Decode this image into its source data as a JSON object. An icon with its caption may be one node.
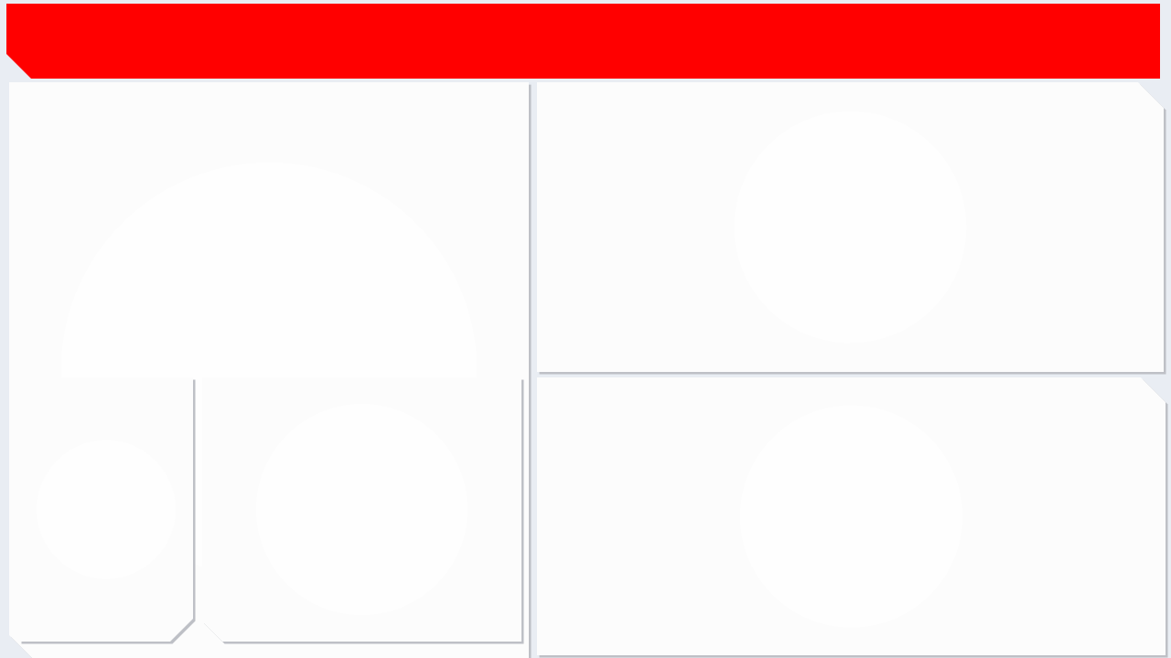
{
  "diagram": {
    "nodes": [
      {
        "text": [],
        "shape": "bar"
      },
      {
        "text": [],
        "shape": "box"
      },
      {
        "text": [],
        "shape": "box",
        "in": 1
      },
      {
        "text": [],
        "shape": "box",
        "in": 1
      },
      {
        "text": [],
        "shape": "box"
      },
      {
        "text": [],
        "shape": "box"
      }
    ]
  }
}
